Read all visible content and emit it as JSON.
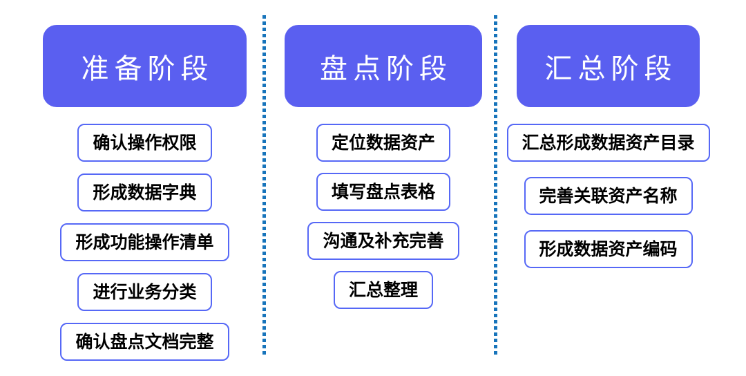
{
  "colors": {
    "phase_header_fill": "#5a5ff0",
    "phase_header_text": "#ffffff",
    "step_border": "#5668f6",
    "step_text": "#000000",
    "divider_dots": "#1774bb",
    "background": "#ffffff"
  },
  "columns": [
    {
      "title": "准备阶段",
      "items": [
        "确认操作权限",
        "形成数据字典",
        "形成功能操作清单",
        "进行业务分类",
        "确认盘点文档完整"
      ]
    },
    {
      "title": "盘点阶段",
      "items": [
        "定位数据资产",
        "填写盘点表格",
        "沟通及补充完善",
        "汇总整理"
      ]
    },
    {
      "title": "汇总阶段",
      "items": [
        "汇总形成数据资产目录",
        "完善关联资产名称",
        "形成数据资产编码"
      ]
    }
  ]
}
